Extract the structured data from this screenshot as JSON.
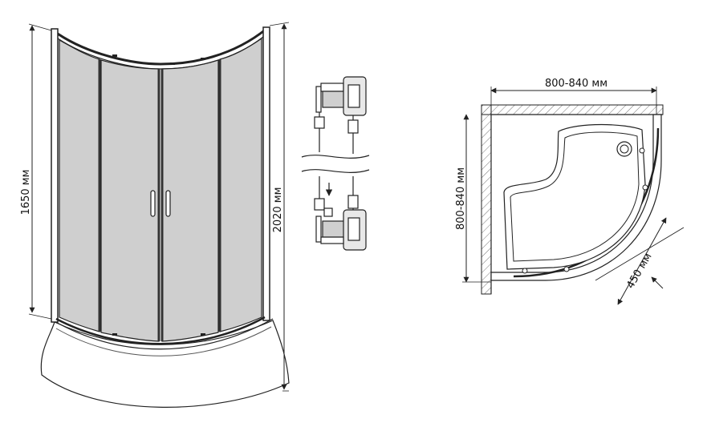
{
  "colors": {
    "line": "#222222",
    "glass": "#cfcfcf",
    "frame": "#5a5a5a",
    "tray": "#ffffff",
    "hatch": "#777777"
  },
  "front_view": {
    "height_label": "1650 мм",
    "total_height_label": "2020 мм"
  },
  "plan_view": {
    "width_label": "800-840 мм",
    "depth_label": "800-840 мм",
    "radius_label": "450 мм"
  }
}
